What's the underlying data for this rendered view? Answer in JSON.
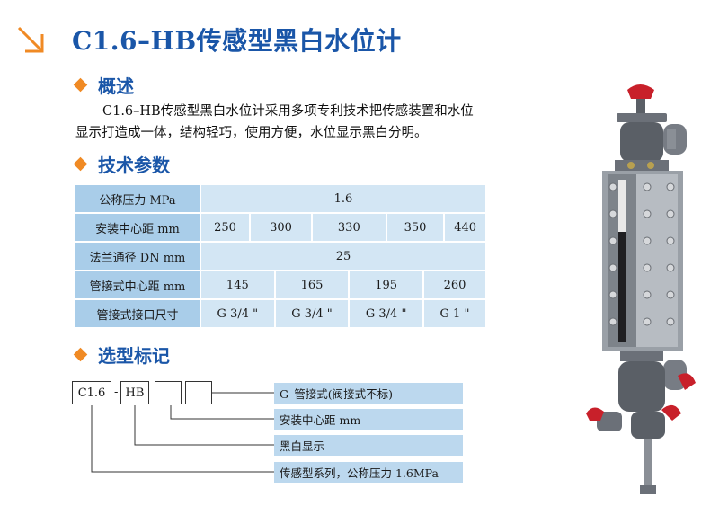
{
  "title": "C1.6–HB传感型黑白水位计",
  "sections": {
    "overview": "概述",
    "params": "技术参数",
    "model": "选型标记"
  },
  "overview_text": {
    "line1": "C1.6–HB传感型黑白水位计采用多项专利技术把传感装置和水位",
    "line2": "显示打造成一体，结构轻巧，使用方便，水位显示黑白分明。"
  },
  "table": {
    "pressure": {
      "label": "公称压力 MPa",
      "value": "1.6"
    },
    "center_distance": {
      "label": "安装中心距 mm",
      "values": [
        "250",
        "300",
        "330",
        "350",
        "440"
      ]
    },
    "flange": {
      "label": "法兰通径 DN mm",
      "value": "25"
    },
    "pipe_center": {
      "label": "管接式中心距 mm",
      "values": [
        "145",
        "165",
        "195",
        "260"
      ]
    },
    "pipe_port": {
      "label": "管接式接口尺寸",
      "values": [
        "G 3/4 \"",
        "G 3/4 \"",
        "G 3/4 \"",
        "G 1 \""
      ]
    }
  },
  "model": {
    "box1": "C1.6",
    "dash": "-",
    "box2": "HB",
    "labels": [
      "G–管接式(阀接式不标)",
      "安装中心距 mm",
      "黑白显示",
      "传感型系列，公称压力 1.6MPa"
    ]
  },
  "colors": {
    "title_blue": "#1a56a8",
    "bullet_orange": "#f08a24",
    "header_cell": "#a9cde9",
    "value_cell": "#d3e6f4",
    "label_bar": "#bcd8ee"
  }
}
